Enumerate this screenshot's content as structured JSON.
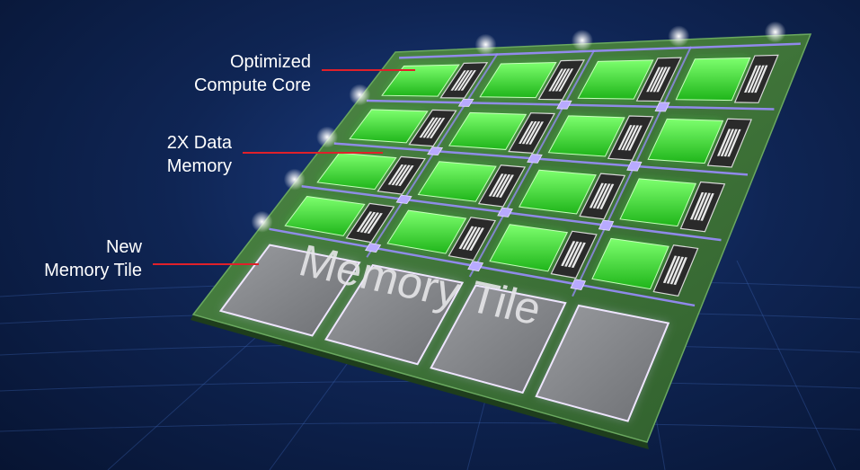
{
  "callouts": [
    {
      "key": "compute",
      "text": "Optimized\nCompute Core"
    },
    {
      "key": "data",
      "text": "2X Data\nMemory"
    },
    {
      "key": "tile",
      "text": "New\nMemory Tile"
    }
  ],
  "die": {
    "compute_rows": 4,
    "compute_cols": 4,
    "memory_tile_count": 4,
    "memory_tile_text": "Memory Tile"
  },
  "colors": {
    "background": "#0f2554",
    "die": "#3e7a3a",
    "compute_core": "#3ff03a",
    "data_memory": "#2a2a2a",
    "memory_tile": "#8c8e92",
    "interconnect": "#9a8cff",
    "leader_line": "#e0202a"
  }
}
